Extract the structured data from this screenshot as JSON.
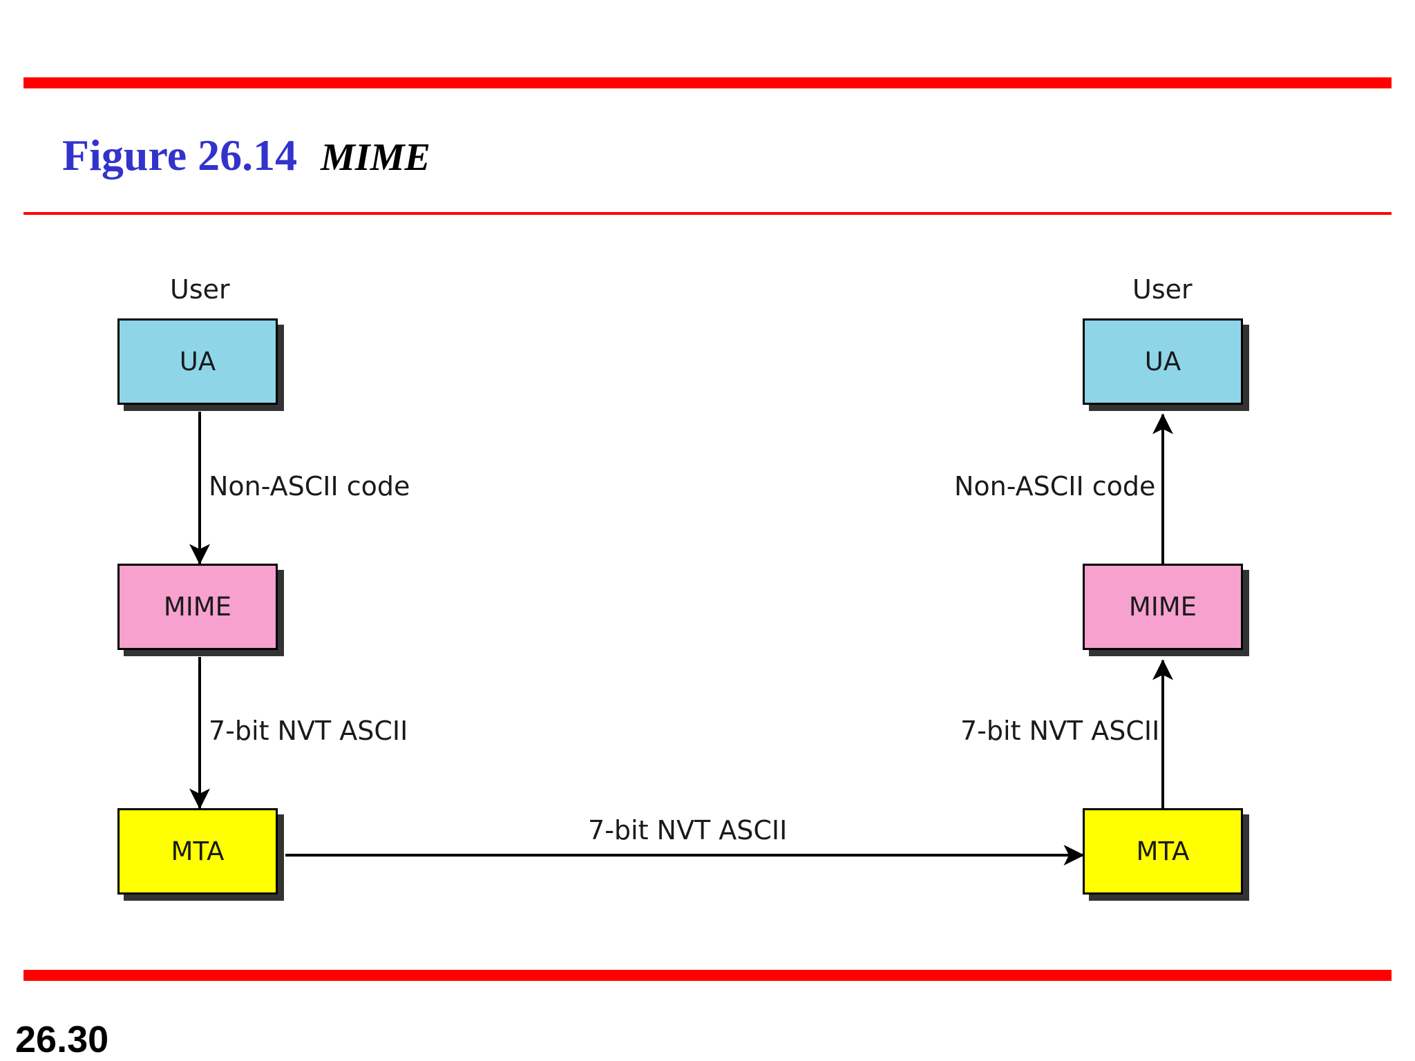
{
  "header": {
    "figure_label": "Figure 26.14",
    "figure_caption": "MIME"
  },
  "footer": {
    "page_number": "26.30"
  },
  "diagram": {
    "sender": {
      "user_label": "User",
      "ua_label": "UA",
      "mime_label": "MIME",
      "mta_label": "MTA",
      "link_ua_mime": "Non-ASCII code",
      "link_mime_mta": "7-bit NVT ASCII"
    },
    "receiver": {
      "user_label": "User",
      "ua_label": "UA",
      "mime_label": "MIME",
      "mta_label": "MTA",
      "link_mime_ua": "Non-ASCII code",
      "link_mta_mime": "7-bit NVT ASCII"
    },
    "transfer_label": "7-bit NVT ASCII",
    "colors": {
      "rule": "#ff0000",
      "title": "#3333cc",
      "ua_box": "#8fd5e8",
      "mime_box": "#f7a1cf",
      "mta_box": "#ffff00"
    }
  }
}
